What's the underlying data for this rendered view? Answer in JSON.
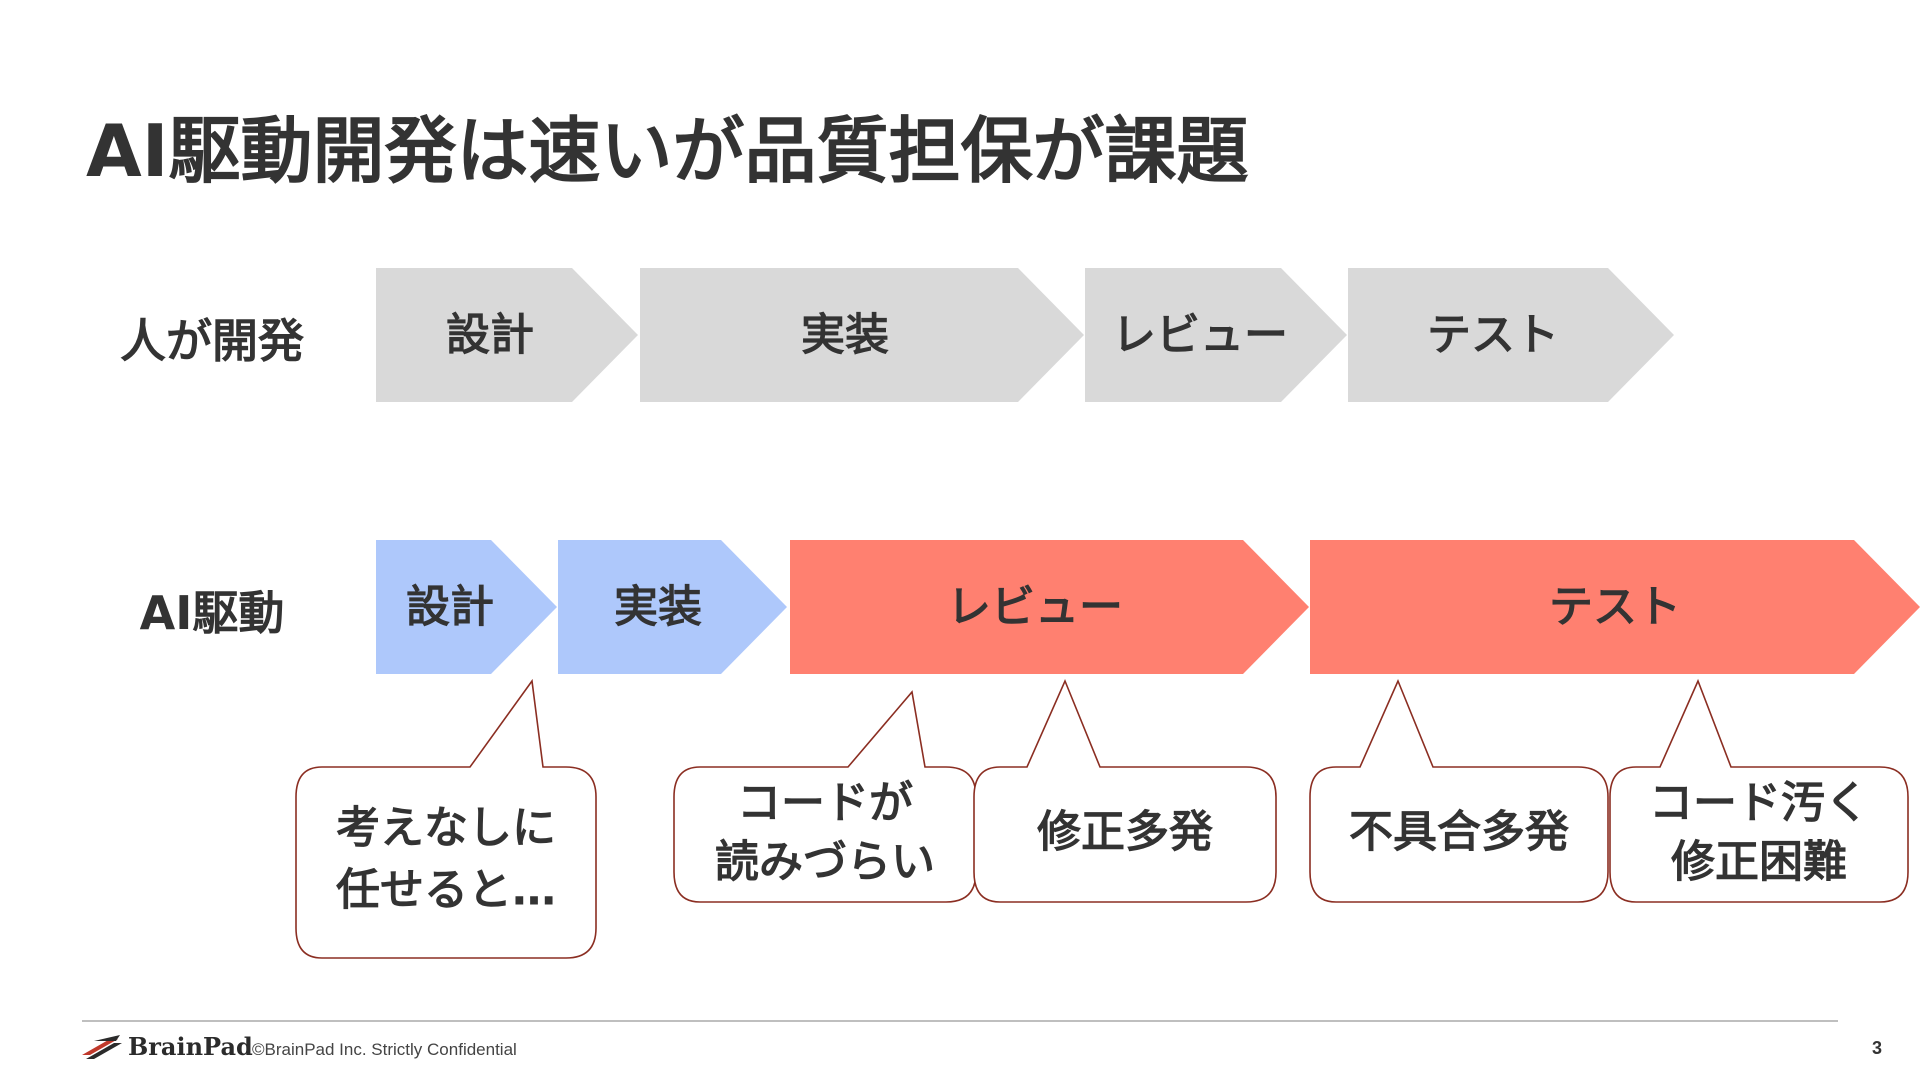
{
  "title": "AI駆動開発は速いが品質担保が課題",
  "rows": [
    {
      "label": "人が開発",
      "steps": [
        {
          "label": "設計",
          "color": "#d9d9d9"
        },
        {
          "label": "実装",
          "color": "#d9d9d9"
        },
        {
          "label": "レビュー",
          "color": "#d9d9d9"
        },
        {
          "label": "テスト",
          "color": "#d9d9d9"
        }
      ]
    },
    {
      "label": "AI駆動",
      "steps": [
        {
          "label": "設計",
          "color": "#aec8fb"
        },
        {
          "label": "実装",
          "color": "#aec8fb"
        },
        {
          "label": "レビュー",
          "color": "#ff8070"
        },
        {
          "label": "テスト",
          "color": "#ff8070"
        }
      ]
    }
  ],
  "callouts": [
    {
      "lines": [
        "考えなしに",
        "任せると…"
      ]
    },
    {
      "lines": [
        "コードが",
        "読みづらい"
      ]
    },
    {
      "lines": [
        "修正多発"
      ]
    },
    {
      "lines": [
        "不具合多発"
      ]
    },
    {
      "lines": [
        "コード汚く",
        "修正困難"
      ]
    }
  ],
  "colors": {
    "callout_border": "#8b2e22",
    "text": "#333333"
  },
  "footer": {
    "logo": "BrainPad",
    "copyright": "©BrainPad Inc.  Strictly Confidential",
    "page": "3"
  }
}
